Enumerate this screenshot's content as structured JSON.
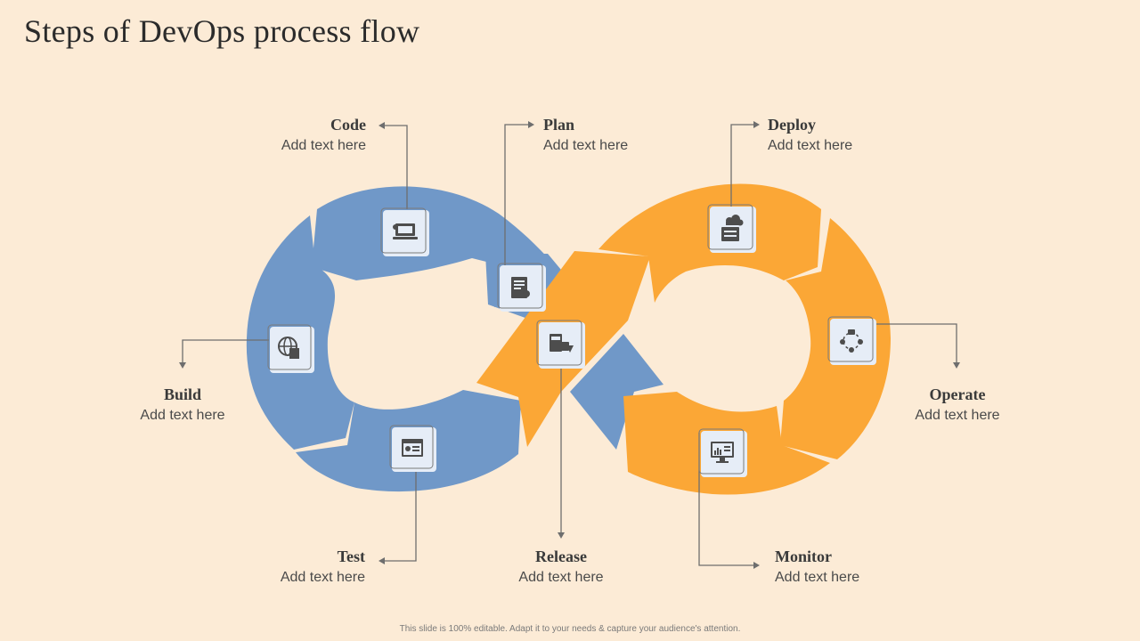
{
  "title": "Steps of DevOps process flow",
  "colors": {
    "background": "#fcebd6",
    "blue": "#7098c8",
    "orange": "#fba736",
    "tile": "#e6edf7"
  },
  "steps": [
    {
      "name": "Code",
      "text": "Add text here",
      "icon": "laptop-code-icon"
    },
    {
      "name": "Plan",
      "text": "Add text here",
      "icon": "document-plan-icon"
    },
    {
      "name": "Deploy",
      "text": "Add text here",
      "icon": "cloud-server-icon"
    },
    {
      "name": "Build",
      "text": "Add text here",
      "icon": "globe-building-icon"
    },
    {
      "name": "Operate",
      "text": "Add text here",
      "icon": "network-operate-icon"
    },
    {
      "name": "Test",
      "text": "Add text here",
      "icon": "browser-test-icon"
    },
    {
      "name": "Release",
      "text": "Add text here",
      "icon": "calculator-release-icon"
    },
    {
      "name": "Monitor",
      "text": "Add text here",
      "icon": "monitor-chart-icon"
    }
  ],
  "footer": "This slide is 100% editable. Adapt it to your needs & capture your audience's attention."
}
